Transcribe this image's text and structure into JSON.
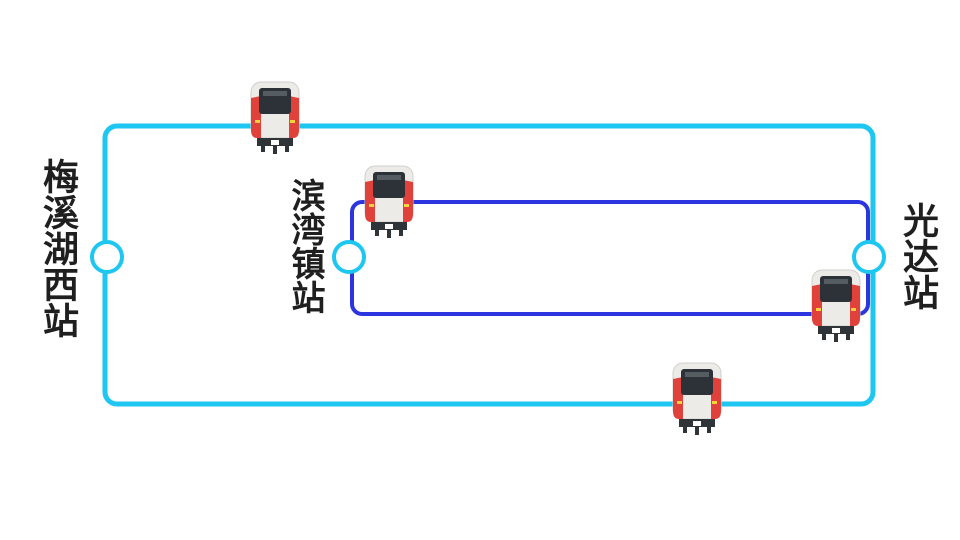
{
  "stations": {
    "meixi": "梅溪湖西站",
    "caowan": "滨湾镇站",
    "guangda": "光达站"
  },
  "colors": {
    "outer_line": "#1ec6f2",
    "inner_line": "#2b35e0",
    "train_body": "#ecebe8",
    "train_red": "#e0413a",
    "train_window": "#2c3238",
    "train_dark": "#2f3438",
    "train_light": "#f7d23a"
  },
  "trains": [
    {
      "name": "train-top-left"
    },
    {
      "name": "train-inner-top"
    },
    {
      "name": "train-right"
    },
    {
      "name": "train-bottom"
    }
  ]
}
